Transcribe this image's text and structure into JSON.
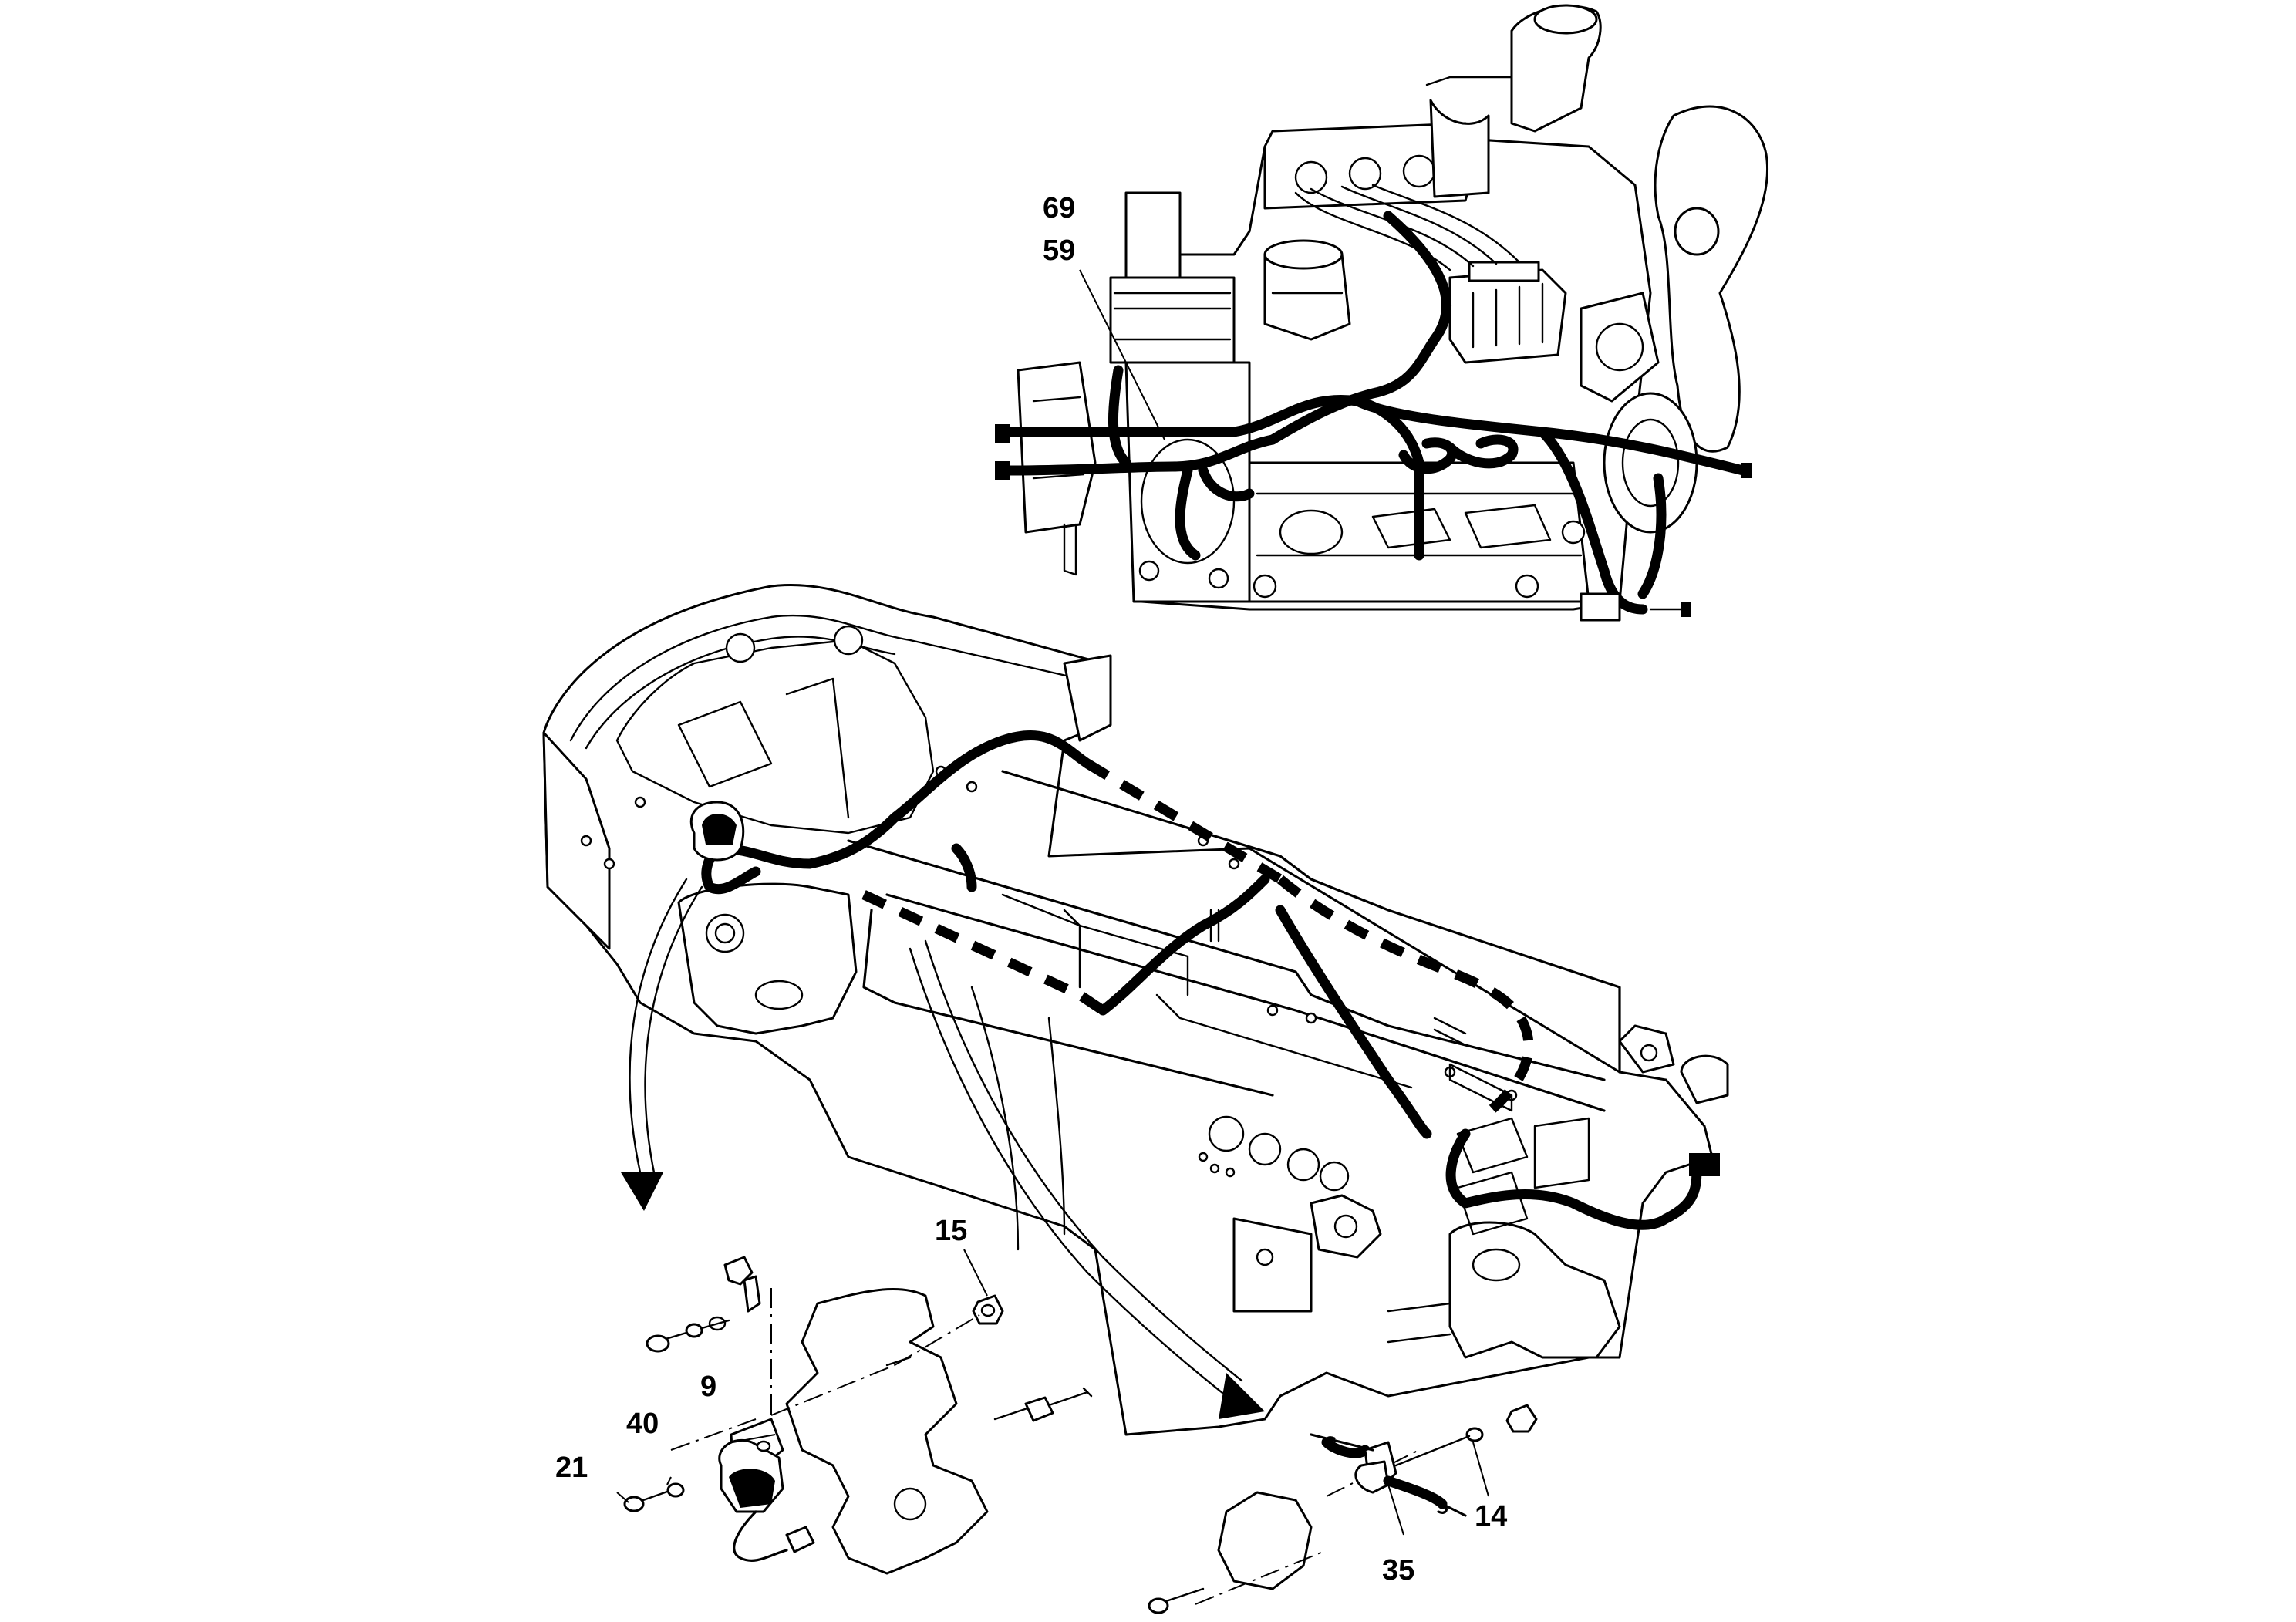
{
  "diagram": {
    "kind": "exploded parts diagram",
    "callouts": [
      {
        "id": "c69",
        "text": "69"
      },
      {
        "id": "c59",
        "text": "59"
      },
      {
        "id": "c15",
        "text": "15"
      },
      {
        "id": "c9",
        "text": "9"
      },
      {
        "id": "c40",
        "text": "40"
      },
      {
        "id": "c21",
        "text": "21"
      },
      {
        "id": "c14",
        "text": "14"
      },
      {
        "id": "c35",
        "text": "35"
      }
    ],
    "colors": {
      "line": "#000000",
      "background": "#ffffff"
    }
  }
}
